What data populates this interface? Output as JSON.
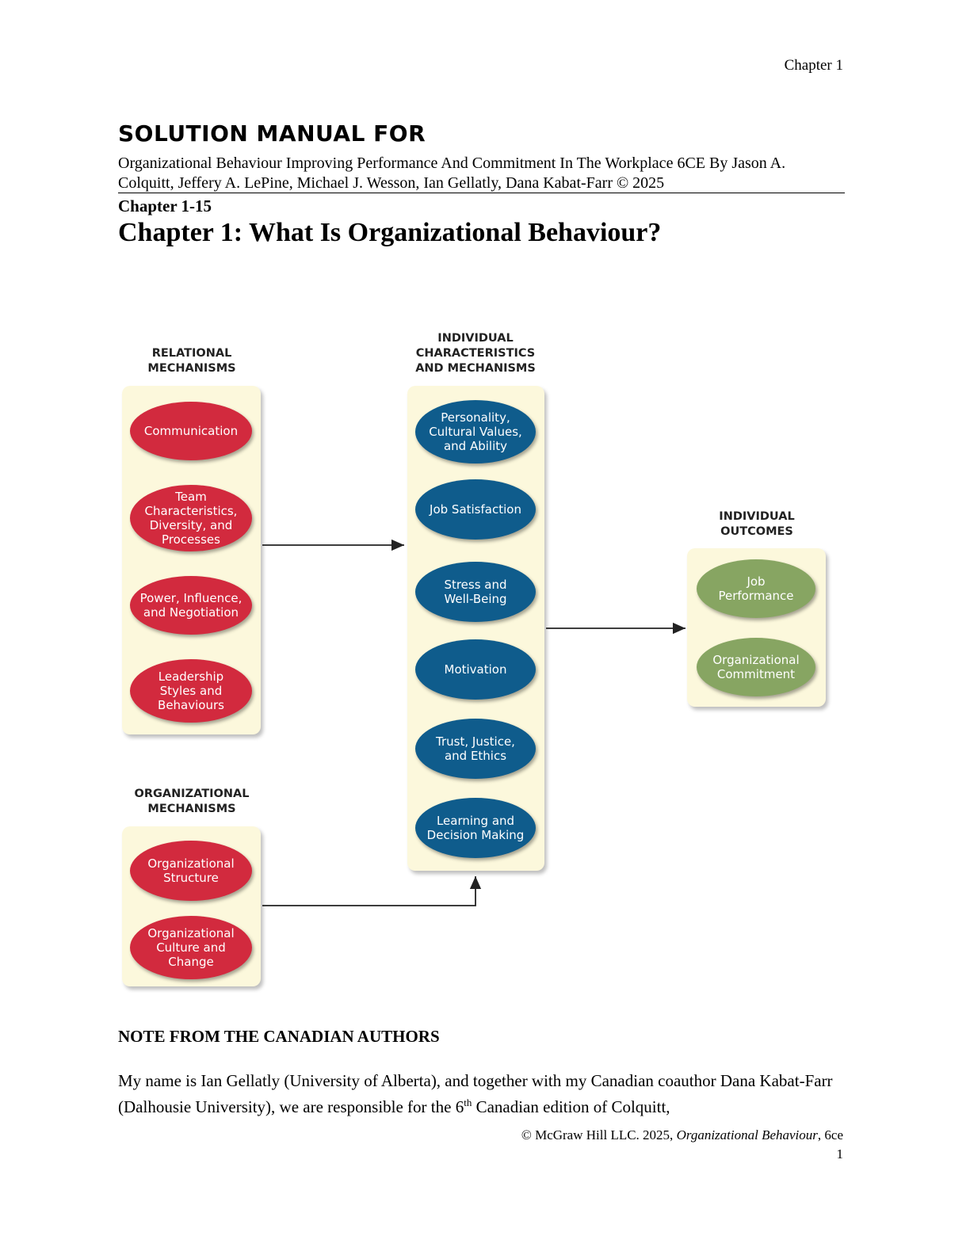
{
  "header": {
    "chapter_label": "Chapter 1"
  },
  "title_block": {
    "solution_title": "SOLUTION MANUAL FOR",
    "book_title": "Organizational Behaviour Improving Performance And Commitment In The Workplace 6CE By Jason A. Colquitt, Jeffery A. LePine, Michael J. Wesson, Ian Gellatly, Dana Kabat-Farr © 2025",
    "chapter_range": "Chapter 1-15",
    "chapter_heading": "Chapter 1: What Is Organizational Behaviour?"
  },
  "diagram": {
    "relational": {
      "title": "RELATIONAL\nMECHANISMS",
      "items": [
        "Communication",
        "Team\nCharacteristics,\nDiversity, and\nProcesses",
        "Power, Influence,\nand Negotiation",
        "Leadership\nStyles and\nBehaviours"
      ]
    },
    "organizational": {
      "title": "ORGANIZATIONAL\nMECHANISMS",
      "items": [
        "Organizational\nStructure",
        "Organizational\nCulture and\nChange"
      ]
    },
    "individual": {
      "title": "INDIVIDUAL\nCHARACTERISTICS\nAND MECHANISMS",
      "items": [
        "Personality,\nCultural Values,\nand Ability",
        "Job Satisfaction",
        "Stress and\nWell-Being",
        "Motivation",
        "Trust, Justice,\nand Ethics",
        "Learning and\nDecision Making"
      ]
    },
    "outcomes": {
      "title": "INDIVIDUAL\nOUTCOMES",
      "items": [
        "Job\nPerformance",
        "Organizational\nCommitment"
      ]
    },
    "colors": {
      "relational": "#d22a3e",
      "individual": "#0f5c8c",
      "outcomes": "#87a562",
      "panel": "#fcf8dc"
    }
  },
  "note": {
    "title": "NOTE FROM THE CANADIAN AUTHORS",
    "text_before_sup": "My name is Ian Gellatly (University of Alberta), and together with my Canadian coauthor Dana Kabat-Farr (Dalhousie University), we are responsible for the 6",
    "sup": "th",
    "text_after_sup": " Canadian edition of Colquitt,"
  },
  "footer": {
    "copyright_prefix": "© McGraw Hill LLC. 2025, ",
    "copyright_book": "Organizational Behaviour",
    "copyright_suffix": ", 6ce",
    "page_number": "1"
  }
}
